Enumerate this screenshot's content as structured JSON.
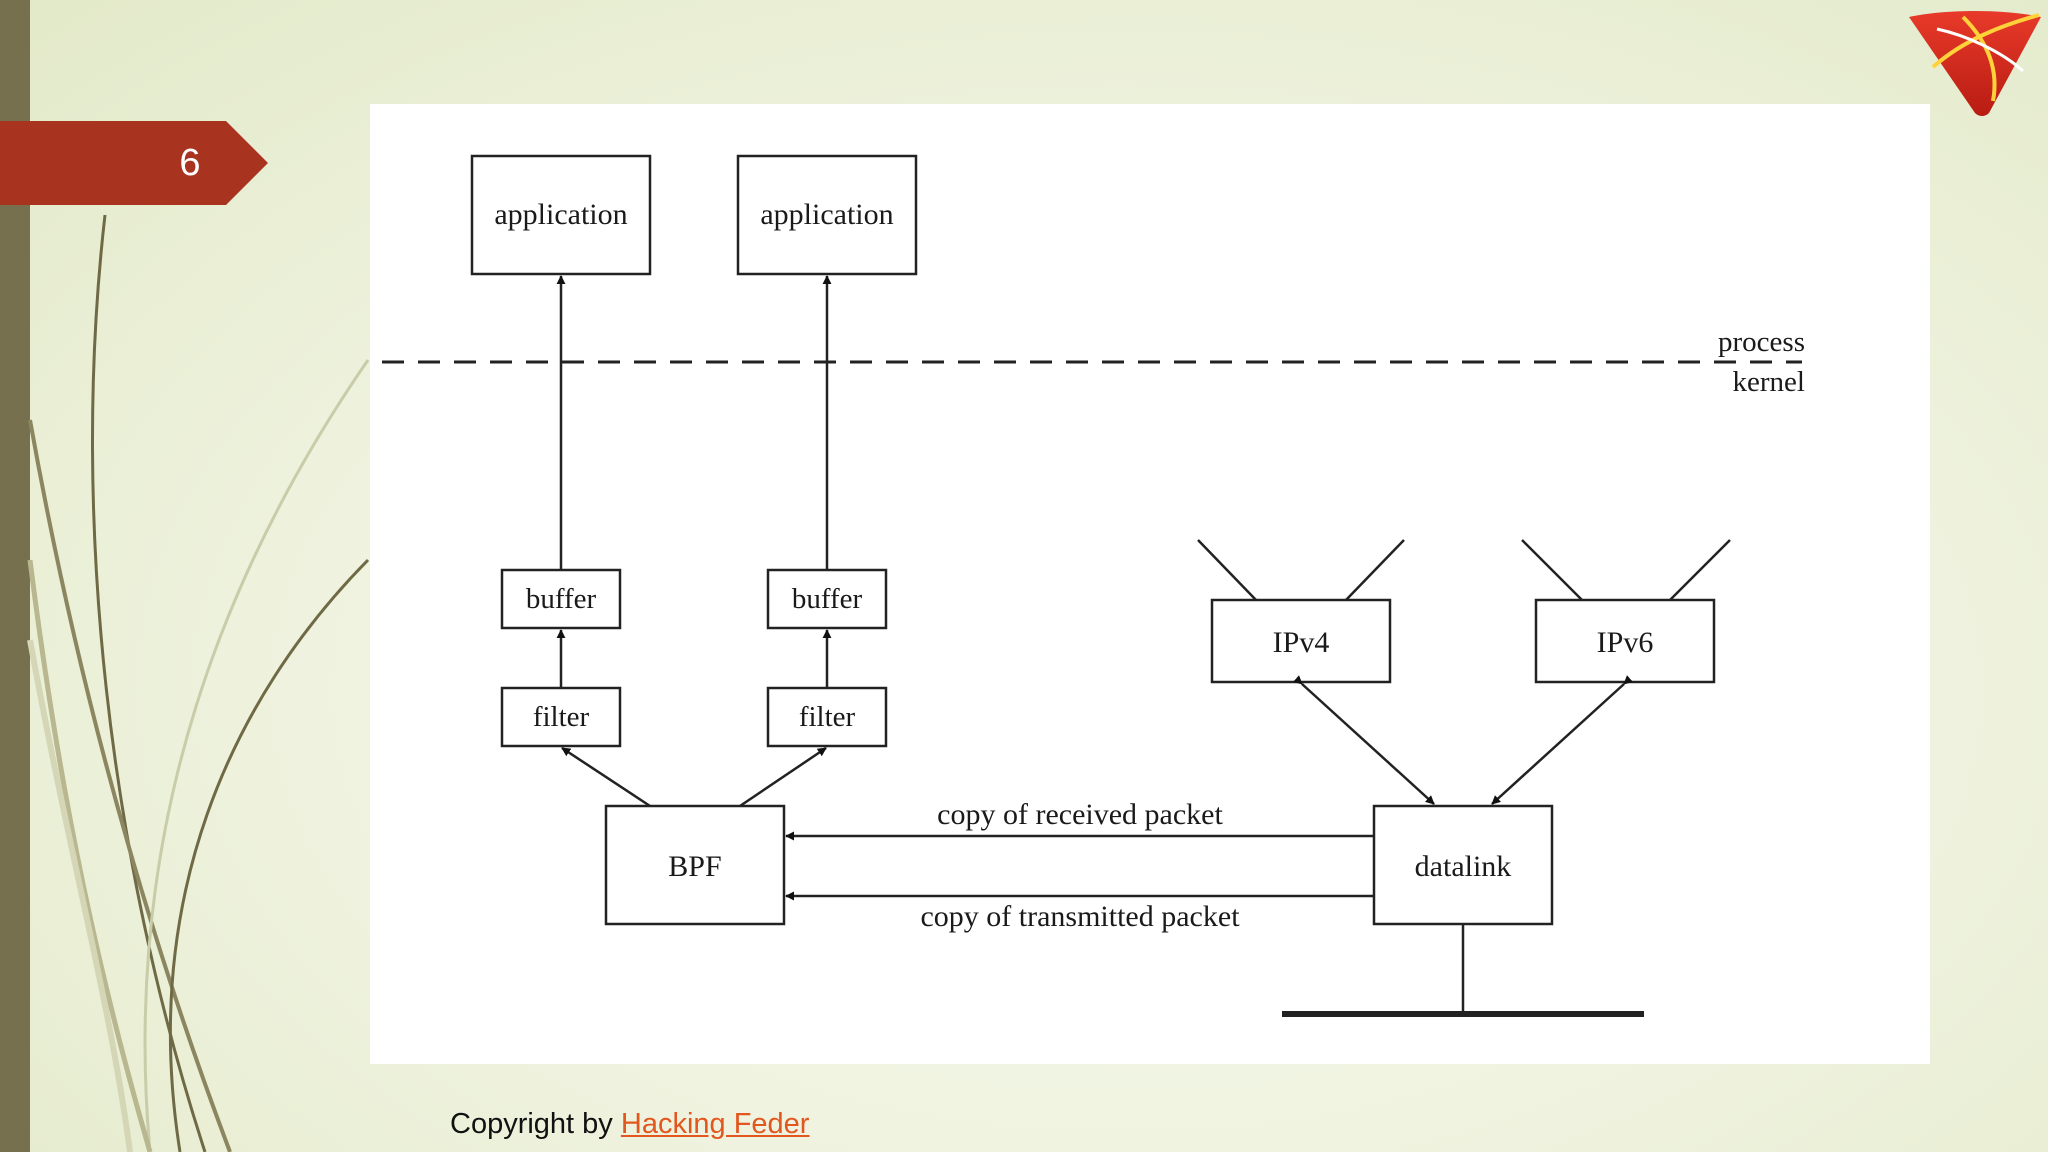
{
  "slide": {
    "number": "6"
  },
  "diagram": {
    "nodes": {
      "app1": "application",
      "app2": "application",
      "buffer1": "buffer",
      "buffer2": "buffer",
      "filter1": "filter",
      "filter2": "filter",
      "bpf": "BPF",
      "datalink": "datalink",
      "ipv4": "IPv4",
      "ipv6": "IPv6"
    },
    "labels": {
      "process": "process",
      "kernel": "kernel",
      "received": "copy of received packet",
      "transmitted": "copy of transmitted packet"
    }
  },
  "footer": {
    "copyright_prefix": "Copyright by",
    "link_text": "Hacking Feder"
  },
  "colors": {
    "accent_tab": "#a83420",
    "left_bar": "#77704f",
    "link": "#e2571e"
  }
}
